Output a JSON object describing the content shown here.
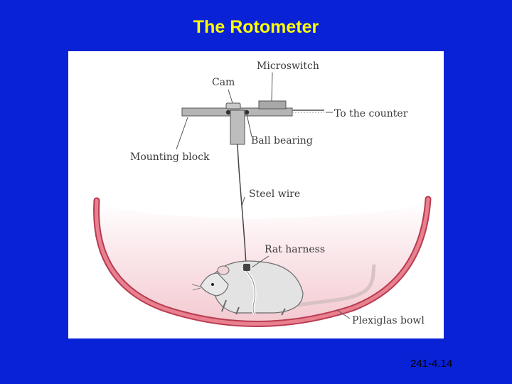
{
  "slide": {
    "title": "The Rotometer",
    "code": "241-4.14"
  },
  "figure": {
    "labels": {
      "microswitch": "Microswitch",
      "cam": "Cam",
      "to_counter": "To the counter",
      "ball_bearing": "Ball bearing",
      "mounting_block": "Mounting block",
      "steel_wire": "Steel wire",
      "rat_harness": "Rat harness",
      "plexiglas_bowl": "Plexiglas bowl"
    }
  },
  "colors": {
    "background": "#0a22d6",
    "title": "#ffff00",
    "bowl_rim": "#d85a6e",
    "bowl_fill": "#f6d6dc",
    "metal": "#9a9a9a"
  }
}
